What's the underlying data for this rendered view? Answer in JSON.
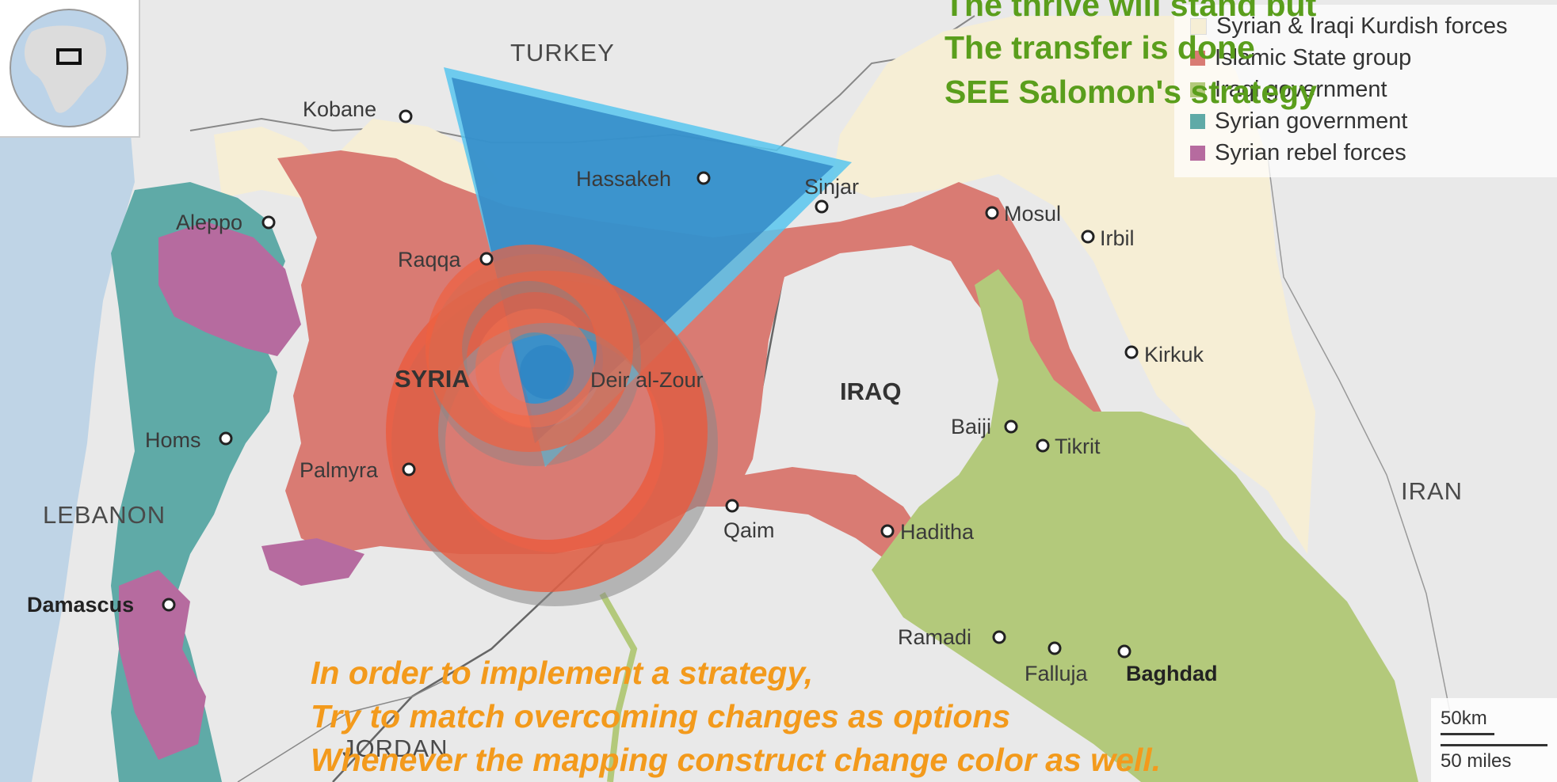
{
  "colors": {
    "kurdish": "#f6eed5",
    "islamic_state": "#d97b73",
    "iraqi_government": "#b3c97b",
    "syrian_government": "#5faaa7",
    "syrian_rebel": "#b66b9f",
    "water": "#bfd4e6",
    "land": "#e9e9e9",
    "overlay_green": "#5a9e1c",
    "overlay_orange": "#f39a1c"
  },
  "legend": [
    {
      "label": "Syrian & Iraqi Kurdish forces",
      "color": "#f6eed5"
    },
    {
      "label": "Islamic State group",
      "color": "#d97b73"
    },
    {
      "label": "Iraqi government",
      "color": "#b3c97b"
    },
    {
      "label": "Syrian government",
      "color": "#5faaa7"
    },
    {
      "label": "Syrian rebel forces",
      "color": "#b66b9f"
    }
  ],
  "countries": {
    "turkey": "TURKEY",
    "syria": "SYRIA",
    "iraq": "IRAQ",
    "iran": "IRAN",
    "lebanon": "LEBANON",
    "jordan": "JORDAN"
  },
  "cities": {
    "kobane": "Kobane",
    "aleppo": "Aleppo",
    "raqqa": "Raqqa",
    "hassakeh": "Hassakeh",
    "sinjar": "Sinjar",
    "mosul": "Mosul",
    "irbil": "Irbil",
    "kirkuk": "Kirkuk",
    "deir_al_zour": "Deir al-Zour",
    "homs": "Homs",
    "palmyra": "Palmyra",
    "baiji": "Baiji",
    "tikrit": "Tikrit",
    "qaim": "Qaim",
    "haditha": "Haditha",
    "damascus": "Damascus",
    "ramadi": "Ramadi",
    "falluja": "Falluja",
    "baghdad": "Baghdad"
  },
  "overlay_text": {
    "green": [
      "The thrive will stand but",
      "The transfer is done",
      "SEE Salomon's strategy"
    ],
    "orange": [
      "In order to implement a strategy,",
      "Try to match overcoming changes as options",
      "Whenever the mapping construct change color as well."
    ]
  },
  "scale": {
    "km": "50km",
    "miles": "50 miles"
  },
  "globe_icon": "globe-locator-icon"
}
